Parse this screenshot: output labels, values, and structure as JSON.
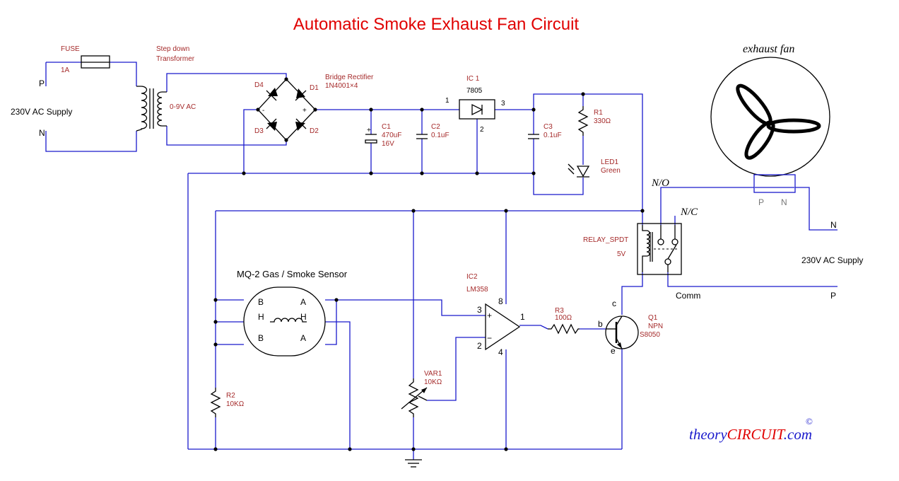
{
  "title": "Automatic Smoke Exhaust Fan Circuit",
  "supply_left": {
    "label": "230V AC Supply",
    "p": "P",
    "n": "N"
  },
  "fuse": {
    "name": "FUSE",
    "rating": "1A"
  },
  "transformer": {
    "line1": "Step down",
    "line2": "Transformer",
    "secondary": "0-9V AC"
  },
  "bridge": {
    "name": "Bridge Rectifier",
    "part": "1N4001×4",
    "d1": "D1",
    "d2": "D2",
    "d3": "D3",
    "d4": "D4",
    "plus": "+",
    "minus": "-"
  },
  "c1": {
    "name": "C1",
    "value": "470uF",
    "voltage": "16V",
    "plus": "+"
  },
  "c2": {
    "name": "C2",
    "value": "0.1uF"
  },
  "ic1": {
    "name": "IC 1",
    "part": "7805",
    "pin1": "1",
    "pin2": "2",
    "pin3": "3"
  },
  "c3": {
    "name": "C3",
    "value": "0.1uF"
  },
  "r1": {
    "name": "R1",
    "value": "330Ω"
  },
  "led1": {
    "name": "LED1",
    "color": "Green"
  },
  "fan": {
    "label": "exhaust fan",
    "p": "P",
    "n": "N"
  },
  "relay": {
    "name": "RELAY_SPDT",
    "voltage": "5V",
    "no": "N/O",
    "nc": "N/C",
    "comm": "Comm"
  },
  "supply_right": {
    "label": "230V AC Supply",
    "n": "N",
    "p": "P"
  },
  "sensor": {
    "label": "MQ-2 Gas / Smoke Sensor",
    "b": "B",
    "h": "H",
    "a": "A"
  },
  "ic2": {
    "name": "IC2",
    "part": "LM358",
    "pin1": "1",
    "pin2": "2",
    "pin3": "3",
    "pin4": "4",
    "pin8": "8",
    "plus": "+",
    "minus": "−"
  },
  "r3": {
    "name": "R3",
    "value": "100Ω"
  },
  "q1": {
    "name": "Q1",
    "type": "NPN",
    "part": "S8050",
    "c": "c",
    "b": "b",
    "e": "e"
  },
  "r2": {
    "name": "R2",
    "value": "10KΩ"
  },
  "var1": {
    "name": "VAR1",
    "value": "10KΩ"
  },
  "watermark": {
    "part1": "theory",
    "part2": "CIRCUIT",
    "part3": ".com",
    "copyright": "©"
  }
}
